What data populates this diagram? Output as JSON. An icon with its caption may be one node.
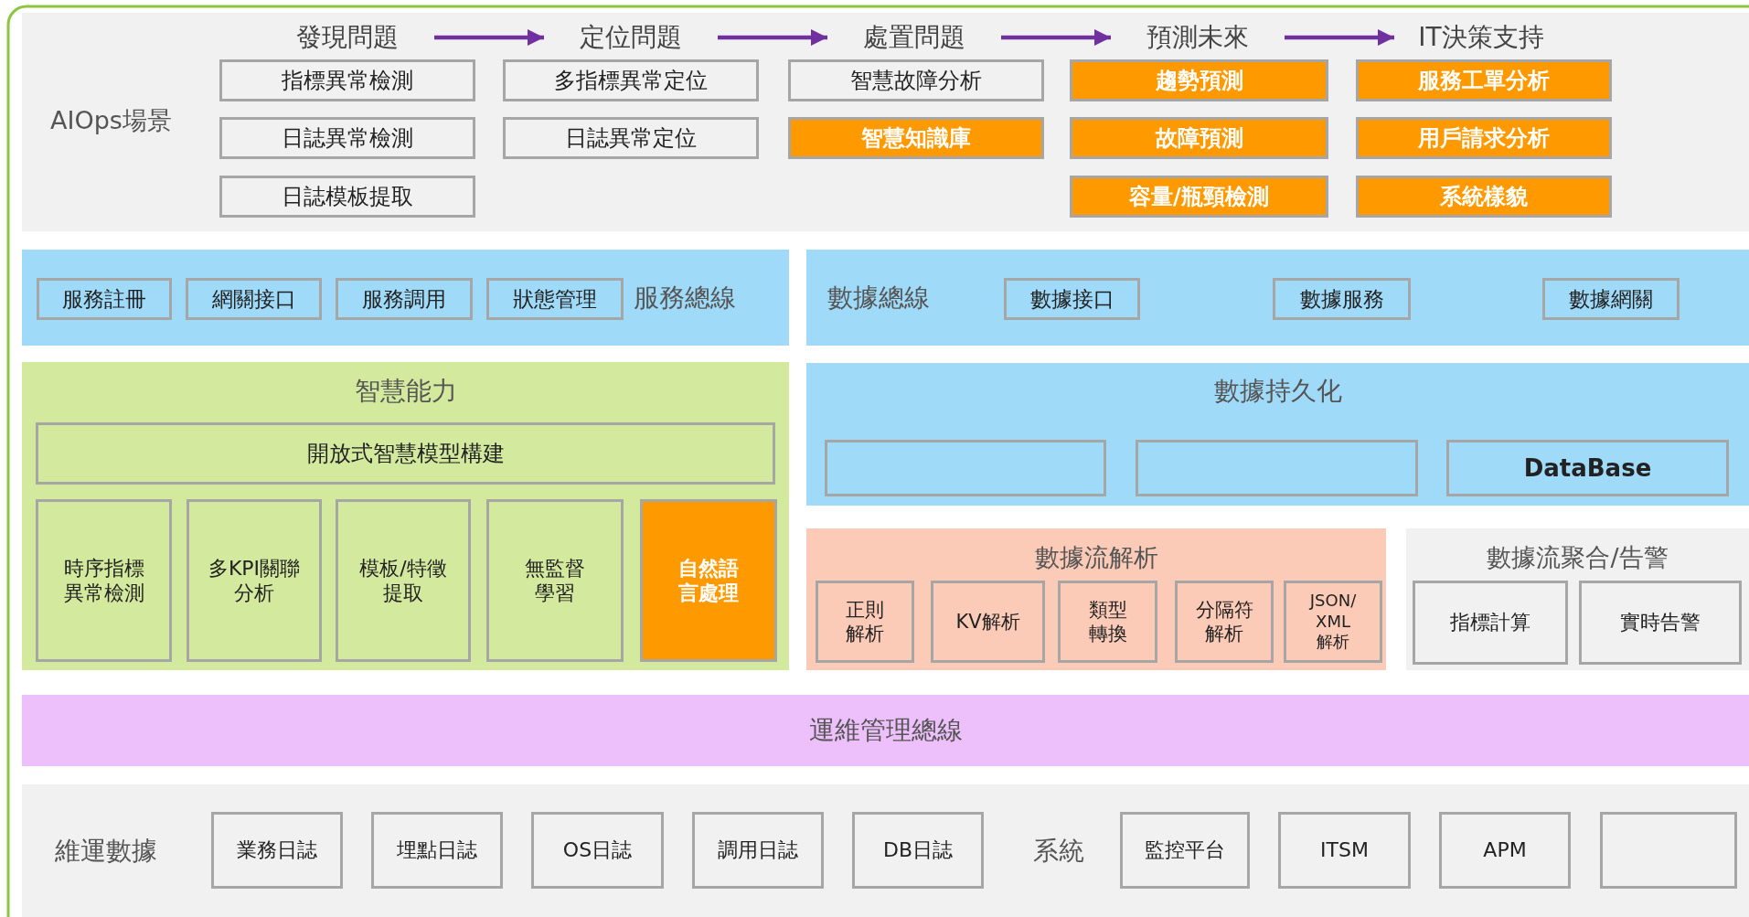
{
  "diagram": {
    "nodes": [
      {
        "text": [
          "AIOps場景"
        ]
      },
      {
        "text": [
          "發現問題"
        ],
        "in": 0
      },
      {
        "text": [
          "定位問題"
        ],
        "in": 0
      },
      {
        "text": [
          "處置問題"
        ],
        "in": 0
      },
      {
        "text": [
          "預測未來"
        ],
        "in": 0
      },
      {
        "text": [
          "IT決策支持"
        ],
        "in": 0
      },
      {
        "text": [
          "指標異常檢測"
        ],
        "in": 0
      },
      {
        "text": [
          "多指標異常定位"
        ],
        "in": 0
      },
      {
        "text": [
          "智慧故障分析"
        ],
        "in": 0
      },
      {
        "text": [
          "趨勢預測"
        ],
        "in": 0
      },
      {
        "text": [
          "服務工單分析"
        ],
        "in": 0
      },
      {
        "text": [
          "日誌異常檢測"
        ],
        "in": 0
      },
      {
        "text": [
          "日誌異常定位"
        ],
        "in": 0
      },
      {
        "text": [
          "智慧知識庫"
        ],
        "in": 0
      },
      {
        "text": [
          "故障預測"
        ],
        "in": 0
      },
      {
        "text": [
          "用戶請求分析"
        ],
        "in": 0
      },
      {
        "text": [
          "日誌模板提取"
        ],
        "in": 0
      },
      {
        "text": [
          "容量/瓶頸檢測"
        ],
        "in": 0
      },
      {
        "text": [
          "系統樣貌"
        ],
        "in": 0
      },
      {
        "text": [
          "服務總線"
        ]
      },
      {
        "text": [
          "服務註冊"
        ],
        "in": 19
      },
      {
        "text": [
          "網關接口"
        ],
        "in": 19
      },
      {
        "text": [
          "服務調用"
        ],
        "in": 19
      },
      {
        "text": [
          "狀態管理"
        ],
        "in": 19
      },
      {
        "text": [
          "數據總線"
        ]
      },
      {
        "text": [
          "數據接口"
        ],
        "in": 24
      },
      {
        "text": [
          "數據服務"
        ],
        "in": 24
      },
      {
        "text": [
          "數據網關"
        ],
        "in": 24
      },
      {
        "text": [
          "智慧能力"
        ]
      },
      {
        "text": [
          "開放式智慧模型構建"
        ],
        "in": 28
      },
      {
        "text": [
          "時序指標異常檢測"
        ],
        "in": 28
      },
      {
        "text": [
          "多KPI關聯分析"
        ],
        "in": 28
      },
      {
        "text": [
          "模板/特徵提取"
        ],
        "in": 28
      },
      {
        "text": [
          "無監督學習"
        ],
        "in": 28
      },
      {
        "text": [
          "自然語言處理"
        ],
        "in": 28
      },
      {
        "text": [
          "數據持久化"
        ]
      },
      {
        "text": [],
        "shape": "box",
        "in": 35
      },
      {
        "text": [],
        "shape": "box",
        "in": 35
      },
      {
        "text": [
          "DataBase"
        ],
        "in": 35
      },
      {
        "text": [
          "數據流解析"
        ]
      },
      {
        "text": [
          "正則解析"
        ],
        "in": 39
      },
      {
        "text": [
          "KV解析"
        ],
        "in": 39
      },
      {
        "text": [
          "類型轉換"
        ],
        "in": 39
      },
      {
        "text": [
          "分隔符解析"
        ],
        "in": 39
      },
      {
        "text": [
          "JSON/XML解析"
        ],
        "in": 39
      },
      {
        "text": [
          "數據流聚合/告警"
        ]
      },
      {
        "text": [
          "指標計算"
        ],
        "in": 45
      },
      {
        "text": [
          "實時告警"
        ],
        "in": 45
      },
      {
        "text": [
          "運維管理總線"
        ]
      },
      {
        "text": [
          "維運數據",
          "系統"
        ]
      },
      {
        "text": [
          "業務日誌"
        ],
        "in": 49
      },
      {
        "text": [
          "埋點日誌"
        ],
        "in": 49
      },
      {
        "text": [
          "OS日誌"
        ],
        "in": 49
      },
      {
        "text": [
          "調用日誌"
        ],
        "in": 49
      },
      {
        "text": [
          "DB日誌"
        ],
        "in": 49
      },
      {
        "text": [
          "監控平台"
        ],
        "in": 49
      },
      {
        "text": [
          "ITSM"
        ],
        "in": 49
      },
      {
        "text": [
          "APM"
        ],
        "in": 49
      },
      {
        "text": [],
        "shape": "box",
        "in": 49
      }
    ],
    "edges": [
      {
        "from": 1,
        "to": 2,
        "arrow": "to"
      },
      {
        "from": 2,
        "to": 3,
        "arrow": "to"
      },
      {
        "from": 3,
        "to": 4,
        "arrow": "to"
      },
      {
        "from": 4,
        "to": 5,
        "arrow": "to"
      }
    ]
  }
}
